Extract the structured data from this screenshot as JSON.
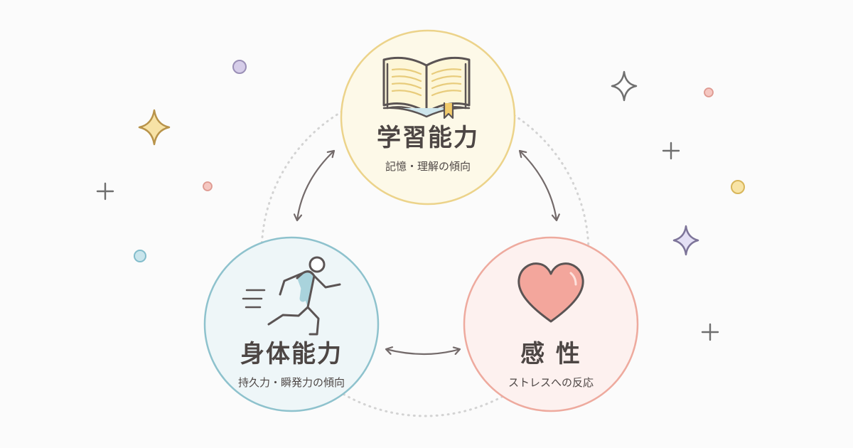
{
  "nodes": [
    {
      "id": "learning",
      "title": "学習能力",
      "subtitle": "記憶・理解の傾向",
      "icon": "open-book-icon",
      "fill": "#fdf9e8",
      "stroke": "#ecd38a"
    },
    {
      "id": "physical",
      "title": "身体能力",
      "subtitle": "持久力・瞬発力の傾向",
      "icon": "running-person-icon",
      "fill": "#eef6f8",
      "stroke": "#8ec2cd"
    },
    {
      "id": "sensitivity",
      "title": "感 性",
      "subtitle": "ストレスへの反応",
      "icon": "heart-icon",
      "fill": "#fdf1ef",
      "stroke": "#eeaa9e"
    }
  ],
  "colors": {
    "arrow": "#736a6a",
    "dotted_ring": "#d3d3d3",
    "text": "#4d4644"
  }
}
